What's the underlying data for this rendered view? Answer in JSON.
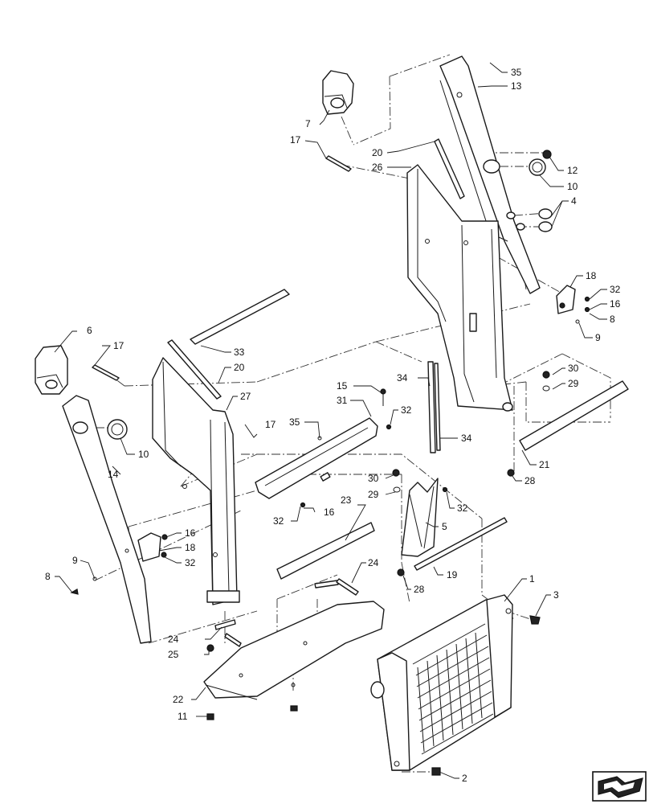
{
  "callouts": [
    {
      "id": "c35a",
      "text": "35"
    },
    {
      "id": "c13",
      "text": "13"
    },
    {
      "id": "c7",
      "text": "7"
    },
    {
      "id": "c17a",
      "text": "17"
    },
    {
      "id": "c20a",
      "text": "20"
    },
    {
      "id": "c26",
      "text": "26"
    },
    {
      "id": "c12",
      "text": "12"
    },
    {
      "id": "c10a",
      "text": "10"
    },
    {
      "id": "c4",
      "text": "4"
    },
    {
      "id": "c18a",
      "text": "18"
    },
    {
      "id": "c32a",
      "text": "32"
    },
    {
      "id": "c16a",
      "text": "16"
    },
    {
      "id": "c8a",
      "text": "8"
    },
    {
      "id": "c9a",
      "text": "9"
    },
    {
      "id": "c6",
      "text": "6"
    },
    {
      "id": "c17b",
      "text": "17"
    },
    {
      "id": "c33",
      "text": "33"
    },
    {
      "id": "c20b",
      "text": "20"
    },
    {
      "id": "c27",
      "text": "27"
    },
    {
      "id": "c15",
      "text": "15"
    },
    {
      "id": "c31",
      "text": "31"
    },
    {
      "id": "c32b",
      "text": "32"
    },
    {
      "id": "c34a",
      "text": "34"
    },
    {
      "id": "c30a",
      "text": "30"
    },
    {
      "id": "c29a",
      "text": "29"
    },
    {
      "id": "c10b",
      "text": "10"
    },
    {
      "id": "c14",
      "text": "14"
    },
    {
      "id": "c35b",
      "text": "35"
    },
    {
      "id": "c17c",
      "text": "17"
    },
    {
      "id": "c34b",
      "text": "34"
    },
    {
      "id": "c21",
      "text": "21"
    },
    {
      "id": "c28a",
      "text": "28"
    },
    {
      "id": "c30b",
      "text": "30"
    },
    {
      "id": "c29b",
      "text": "29"
    },
    {
      "id": "c32c",
      "text": "32"
    },
    {
      "id": "c16b",
      "text": "16"
    },
    {
      "id": "c32d",
      "text": "32"
    },
    {
      "id": "c23",
      "text": "23"
    },
    {
      "id": "c5",
      "text": "5"
    },
    {
      "id": "c16c",
      "text": "16"
    },
    {
      "id": "c18b",
      "text": "18"
    },
    {
      "id": "c32e",
      "text": "32"
    },
    {
      "id": "c9b",
      "text": "9"
    },
    {
      "id": "c8b",
      "text": "8"
    },
    {
      "id": "c19",
      "text": "19"
    },
    {
      "id": "c28b",
      "text": "28"
    },
    {
      "id": "c24a",
      "text": "24"
    },
    {
      "id": "c1",
      "text": "1"
    },
    {
      "id": "c3",
      "text": "3"
    },
    {
      "id": "c24b",
      "text": "24"
    },
    {
      "id": "c25",
      "text": "25"
    },
    {
      "id": "c22",
      "text": "22"
    },
    {
      "id": "c11",
      "text": "11"
    },
    {
      "id": "c2",
      "text": "2"
    }
  ],
  "icons": {
    "navigation": "arrow-navigation-icon"
  }
}
